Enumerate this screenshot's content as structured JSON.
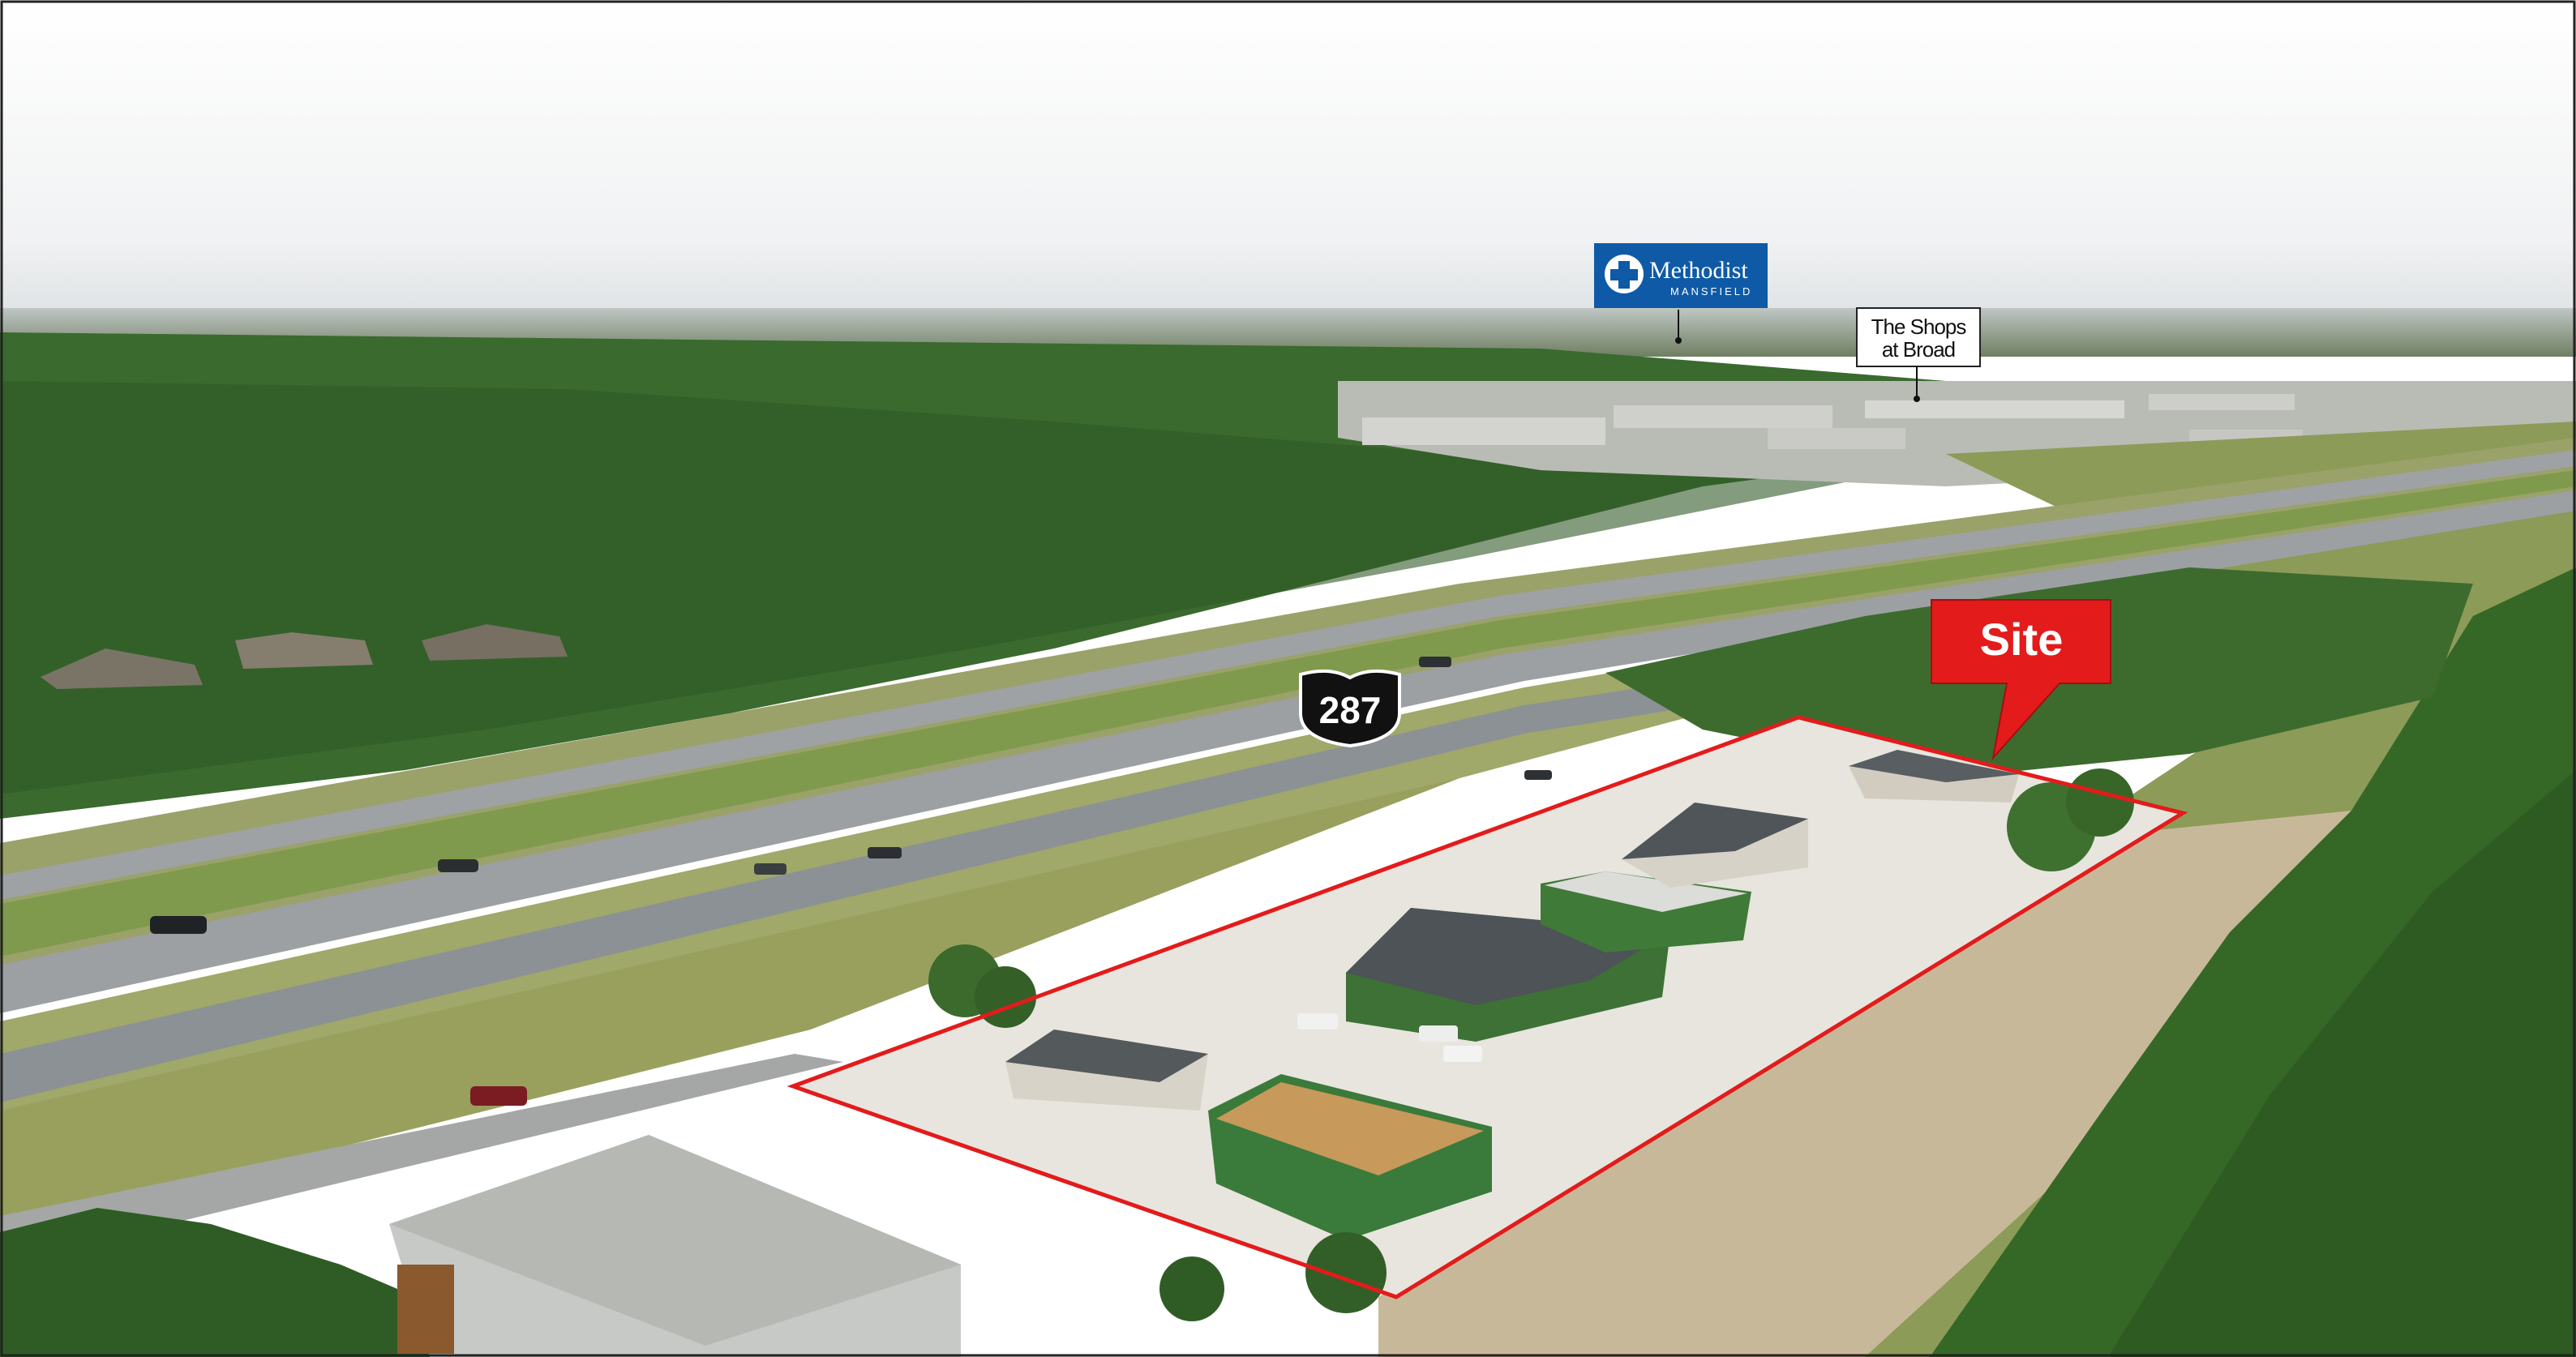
{
  "labels": {
    "methodist": {
      "name": "Methodist",
      "sub": "MANSFIELD"
    },
    "shops": {
      "line1": "The Shops",
      "line2": "at Broad"
    },
    "route": "287",
    "site": "Site"
  },
  "colors": {
    "sky": "#f4f5f6",
    "horizon": "#d9dde0",
    "trees_dark": "#2f5a27",
    "trees_mid": "#3f6e30",
    "grass": "#8a9a5a",
    "grass_light": "#a7ad72",
    "road": "#8f9498",
    "concrete": "#e8e6e0",
    "site_red": "#e31b1b",
    "methodist_blue": "#0e5aa7",
    "roof_dark": "#4e5457",
    "wall_green": "#3f7a3a",
    "wood": "#c79a5a"
  },
  "icons": {
    "methodist_logo": "methodist-cross-icon",
    "route_shield": "us-highway-shield-icon"
  }
}
